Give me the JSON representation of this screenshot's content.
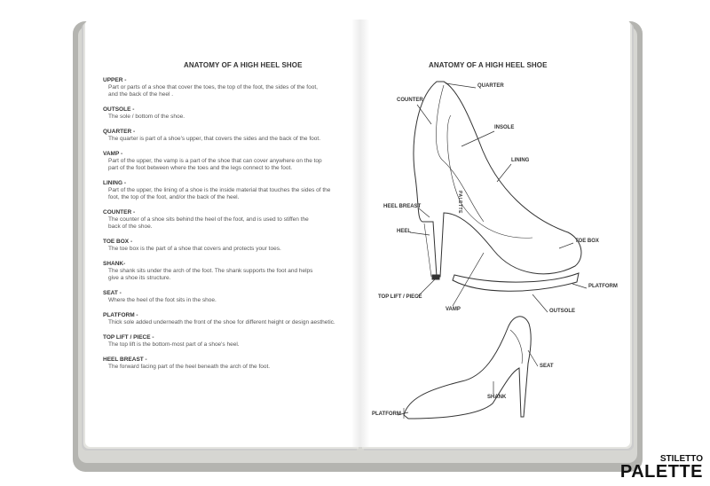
{
  "left_page": {
    "title": "ANATOMY OF A HIGH HEEL SHOE",
    "items": [
      {
        "term": "UPPER -",
        "definition": "Part or parts of a shoe that cover the toes, the top of the foot, the sides of the foot,\nand the back of the heel ."
      },
      {
        "term": "OUTSOLE -",
        "definition": "The sole / bottom of the shoe."
      },
      {
        "term": "QUARTER -",
        "definition": "The quarter is part of a shoe's upper, that covers the sides and the back of the foot."
      },
      {
        "term": "VAMP -",
        "definition": "Part of the upper, the vamp is a part of the shoe that can cover anywhere on the top\npart of the foot between where the toes and the legs connect to the foot."
      },
      {
        "term": "LINING -",
        "definition": "Part of the upper, the lining of a shoe is the inside material that touches the sides of the\nfoot, the top of the foot, and/or the back of the heel."
      },
      {
        "term": "COUNTER -",
        "definition": "The counter of a shoe sits behind the heel of the foot, and is used to stiffen the\nback of the shoe."
      },
      {
        "term": "TOE BOX -",
        "definition": "The toe box is the part of a shoe that covers and protects your toes."
      },
      {
        "term": "SHANK-",
        "definition": "The shank sits under the arch of the foot. The shank supports the foot and helps\ngive a shoe its structure."
      },
      {
        "term": "SEAT -",
        "definition": "Where the heel of the foot sits in the shoe."
      },
      {
        "term": "PLATFORM -",
        "definition": "Thick sole added underneath the front of the shoe for different height or design aesthetic."
      },
      {
        "term": "TOP LIFT / PIECE -",
        "definition": "The top lift is the bottom-most part of a shoe's heel."
      },
      {
        "term": "HEEL BREAST -",
        "definition": "The forward facing part of the heel beneath the arch of the foot."
      }
    ]
  },
  "right_page": {
    "title": "ANATOMY OF A HIGH HEEL SHOE",
    "insole_brand": "PALETTE",
    "labels": {
      "quarter": "QUARTER",
      "counter": "COUNTER",
      "insole": "INSOLE",
      "lining": "LINING",
      "heel_breast": "HEEL BREAST",
      "heel": "HEEL",
      "toe_box": "TOE BOX",
      "platform": "PLATFORM",
      "top_lift": "TOP LIFT / PIECE",
      "vamp": "VAMP",
      "outsole": "OUTSOLE",
      "seat": "SEAT",
      "shank": "SHANK",
      "platform2": "PLATFORM"
    }
  },
  "brand": {
    "top": "STILETTO",
    "main": "PALETTE"
  }
}
